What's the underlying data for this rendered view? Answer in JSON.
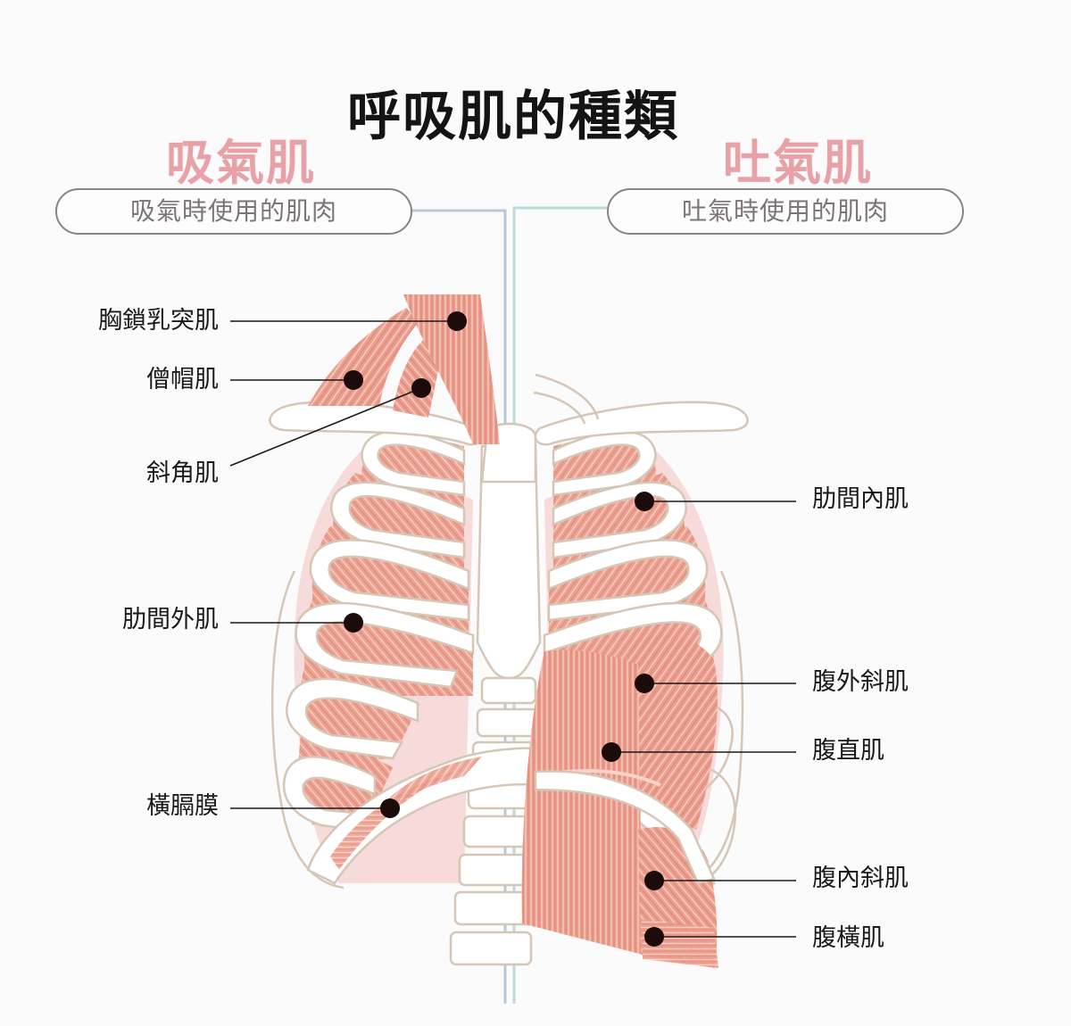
{
  "title": "呼吸肌的種類",
  "inhale": {
    "heading": "吸氣肌",
    "description": "吸氣時使用的肌肉",
    "muscles": [
      "胸鎖乳突肌",
      "僧帽肌",
      "斜角肌",
      "肋間外肌",
      "橫膈膜"
    ]
  },
  "exhale": {
    "heading": "吐氣肌",
    "description": "吐氣時使用的肌肉",
    "muscles": [
      "肋間內肌",
      "腹外斜肌",
      "腹直肌",
      "腹內斜肌",
      "腹橫肌"
    ]
  },
  "colors": {
    "heading_pink": "#e8a2a7",
    "muscle": "#e89a8c",
    "bone_outline": "#d8c8b8",
    "center_line": "#b7d3dc",
    "marker": "#1b0b0b"
  }
}
